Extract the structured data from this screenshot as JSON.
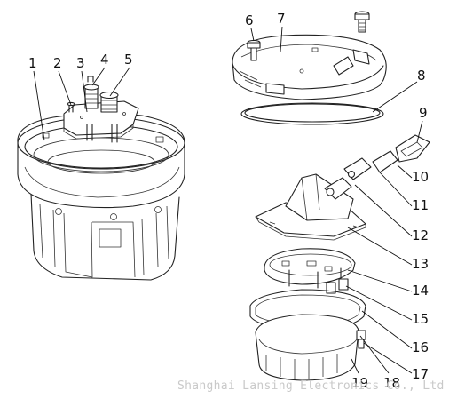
{
  "parts": [
    {
      "id": "part-1",
      "label": "1"
    },
    {
      "id": "part-2",
      "label": "2"
    },
    {
      "id": "part-3",
      "label": "3"
    },
    {
      "id": "part-4",
      "label": "4"
    },
    {
      "id": "part-5",
      "label": "5"
    },
    {
      "id": "part-6",
      "label": "6"
    },
    {
      "id": "part-7",
      "label": "7"
    },
    {
      "id": "part-8",
      "label": "8"
    },
    {
      "id": "part-9",
      "label": "9"
    },
    {
      "id": "part-10",
      "label": "10"
    },
    {
      "id": "part-11",
      "label": "11"
    },
    {
      "id": "part-12",
      "label": "12"
    },
    {
      "id": "part-13",
      "label": "13"
    },
    {
      "id": "part-14",
      "label": "14"
    },
    {
      "id": "part-15",
      "label": "15"
    },
    {
      "id": "part-16",
      "label": "16"
    },
    {
      "id": "part-17",
      "label": "17"
    },
    {
      "id": "part-18",
      "label": "18"
    },
    {
      "id": "part-19",
      "label": "19"
    }
  ],
  "watermark": "Shanghai Lansing Electronics Co., Ltd"
}
